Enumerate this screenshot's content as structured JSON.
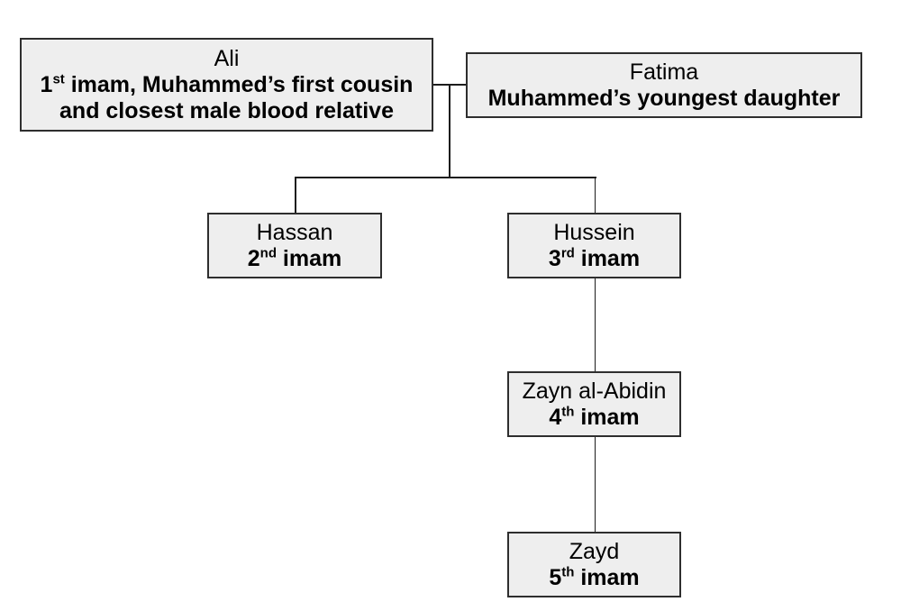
{
  "colors": {
    "background": "#ffffff",
    "box_fill": "#eeeeee",
    "box_border": "#2e2e2e",
    "line": "#1c1c1c",
    "text": "#000000"
  },
  "nodes": [
    {
      "id": "ali",
      "name": "Ali",
      "ordinal": "1",
      "ordinal_suffix": "st",
      "role_text": " imam, Muhammed’s first cousin",
      "role_line2": "and closest male blood relative"
    },
    {
      "id": "fatima",
      "name": "Fatima",
      "ordinal": "",
      "ordinal_suffix": "",
      "role_text": "Muhammed’s youngest daughter",
      "role_line2": ""
    },
    {
      "id": "hassan",
      "name": "Hassan",
      "ordinal": "2",
      "ordinal_suffix": "nd",
      "role_text": " imam",
      "role_line2": ""
    },
    {
      "id": "hussein",
      "name": "Hussein",
      "ordinal": "3",
      "ordinal_suffix": "rd",
      "role_text": " imam",
      "role_line2": ""
    },
    {
      "id": "zayn-al-abidin",
      "name": "Zayn al-Abidin",
      "ordinal": "4",
      "ordinal_suffix": "th",
      "role_text": " imam",
      "role_line2": ""
    },
    {
      "id": "zayd",
      "name": "Zayd",
      "ordinal": "5",
      "ordinal_suffix": "th",
      "role_text": " imam",
      "role_line2": ""
    }
  ]
}
